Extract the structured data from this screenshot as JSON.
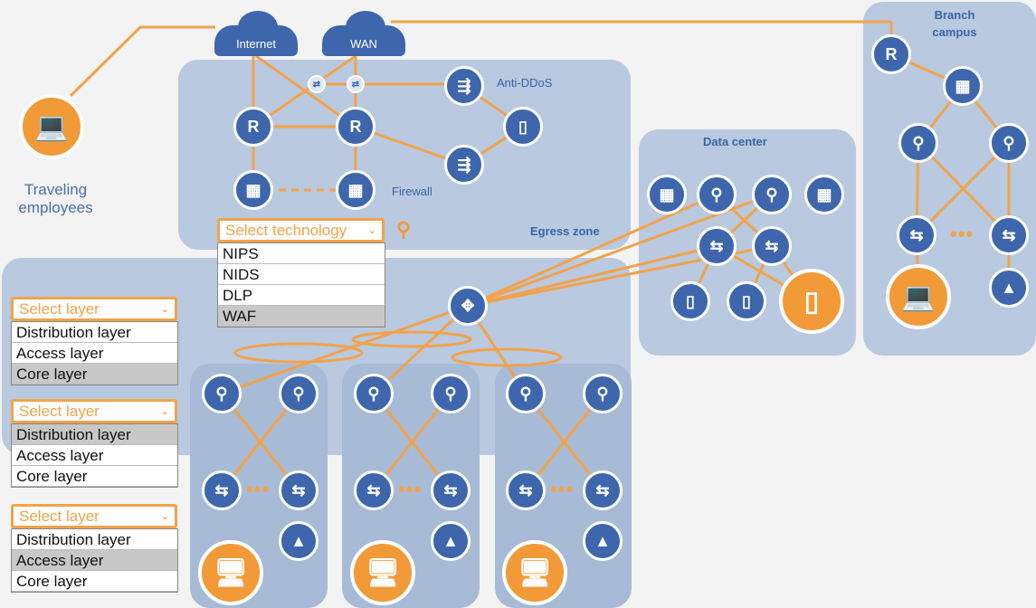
{
  "clouds": {
    "internet": "Internet",
    "wan": "WAN"
  },
  "labels": {
    "traveling": "Traveling employees",
    "anti_ddos": "Anti-DDoS",
    "firewall": "Firewall",
    "egress_zone": "Egress zone",
    "data_center": "Data center",
    "branch_campus": "Branch campus"
  },
  "tech_select": {
    "placeholder": "Select technology",
    "options": [
      "NIPS",
      "NIDS",
      "DLP",
      "WAF"
    ],
    "highlighted": "WAF"
  },
  "layer_selects": [
    {
      "placeholder": "Select layer",
      "options": [
        "Distribution layer",
        "Access layer",
        "Core layer"
      ],
      "highlighted": "Core layer"
    },
    {
      "placeholder": "Select layer",
      "options": [
        "Distribution layer",
        "Access layer",
        "Core layer"
      ],
      "highlighted": "Distribution layer"
    },
    {
      "placeholder": "Select layer",
      "options": [
        "Distribution layer",
        "Access layer",
        "Core layer"
      ],
      "highlighted": "Access layer"
    }
  ],
  "router_letter": "R",
  "ellipsis": "•••",
  "colors": {
    "accent": "#f29a38",
    "node": "#3d66ad",
    "panel": "#b9c9df"
  }
}
